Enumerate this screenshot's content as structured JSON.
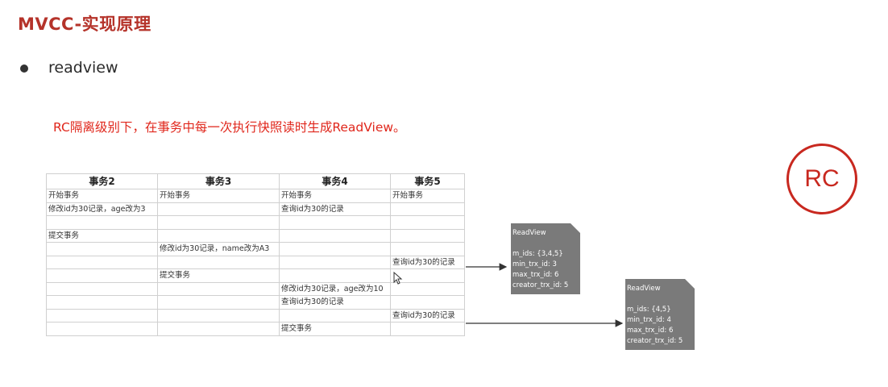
{
  "title": "MVCC-实现原理",
  "bullet": "readview",
  "note": "RC隔离级别下，在事务中每一次执行快照读时生成ReadView。",
  "badge": "RC",
  "table": {
    "headers": [
      "事务2",
      "事务3",
      "事务4",
      "事务5"
    ],
    "rows": [
      [
        "开始事务",
        "开始事务",
        "开始事务",
        "开始事务"
      ],
      [
        "修改id为30记录，age改为3",
        "",
        "查询id为30的记录",
        ""
      ],
      [
        "",
        "",
        "",
        ""
      ],
      [
        "提交事务",
        "",
        "",
        ""
      ],
      [
        "",
        "修改id为30记录，name改为A3",
        "",
        ""
      ],
      [
        "",
        "",
        "",
        "查询id为30的记录"
      ],
      [
        "",
        "提交事务",
        "",
        ""
      ],
      [
        "",
        "",
        "修改id为30记录，age改为10",
        ""
      ],
      [
        "",
        "",
        "查询id为30的记录",
        ""
      ],
      [
        "",
        "",
        "",
        "查询id为30的记录"
      ],
      [
        "",
        "",
        "提交事务",
        ""
      ]
    ]
  },
  "readviews": [
    {
      "title": "ReadView",
      "m_ids": "m_ids: {3,4,5}",
      "min_trx_id": "min_trx_id: 3",
      "max_trx_id": "max_trx_id: 6",
      "creator_trx_id": "creator_trx_id: 5"
    },
    {
      "title": "ReadView",
      "m_ids": "m_ids: {4,5}",
      "min_trx_id": "min_trx_id: 4",
      "max_trx_id": "max_trx_id: 6",
      "creator_trx_id": "creator_trx_id: 5"
    }
  ],
  "colors": {
    "title": "#b5332a",
    "note": "#e0261b",
    "badge": "#c8281f",
    "doc": "#7a7a7a"
  }
}
